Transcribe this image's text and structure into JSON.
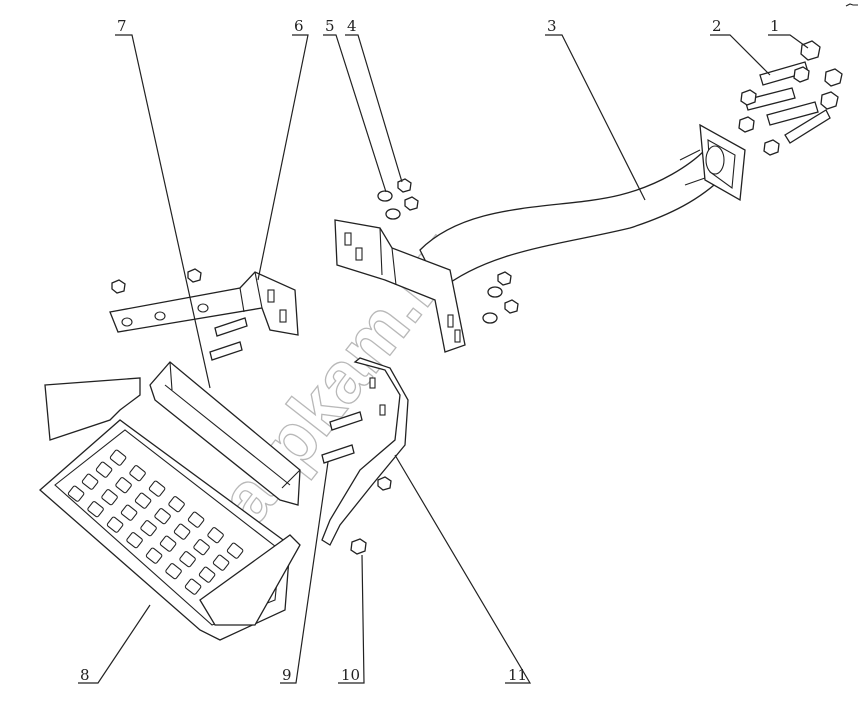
{
  "diagram": {
    "callouts": [
      {
        "id": "1",
        "label": "1"
      },
      {
        "id": "2",
        "label": "2"
      },
      {
        "id": "3",
        "label": "3"
      },
      {
        "id": "4",
        "label": "4"
      },
      {
        "id": "5",
        "label": "5"
      },
      {
        "id": "6",
        "label": "6"
      },
      {
        "id": "7",
        "label": "7"
      },
      {
        "id": "8",
        "label": "8"
      },
      {
        "id": "9",
        "label": "9"
      },
      {
        "id": "10",
        "label": "10"
      },
      {
        "id": "11",
        "label": "11"
      }
    ],
    "watermark": "sarpkam.ru"
  }
}
